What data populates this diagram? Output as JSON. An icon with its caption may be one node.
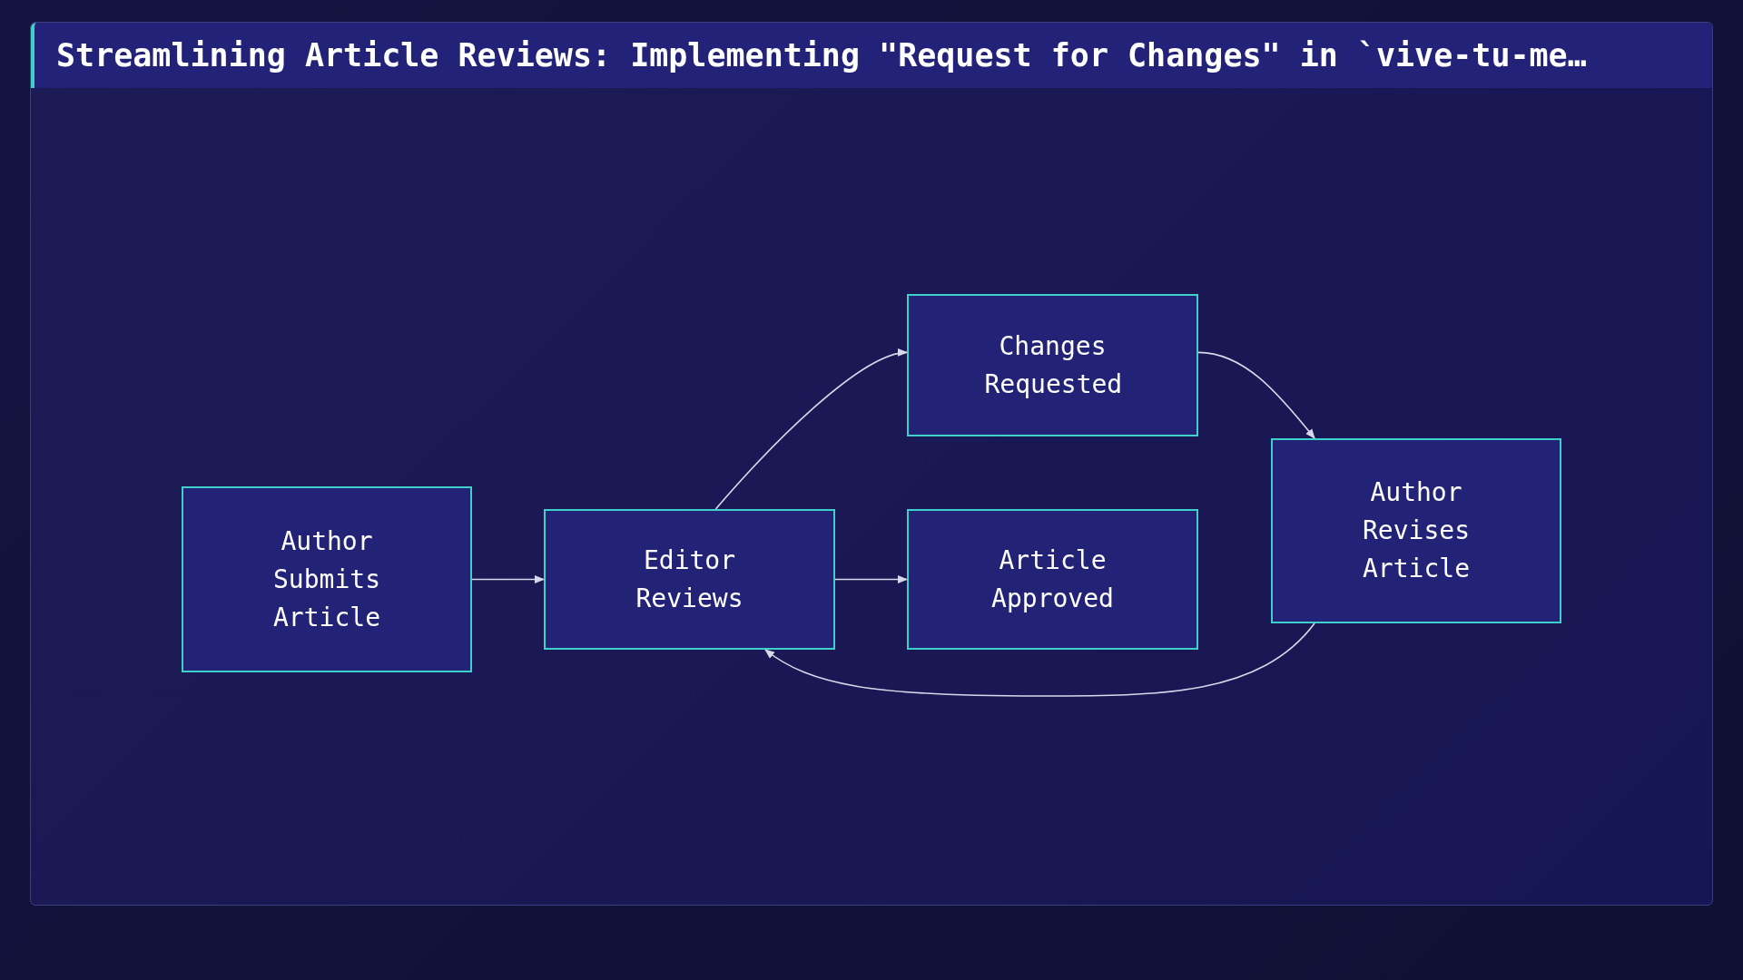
{
  "diagram": {
    "title": "Streamlining Article Reviews: Implementing \"Request for Changes\" in `vive-tu-me…",
    "nodes": [
      {
        "text": [
          "Author Submits Article"
        ]
      },
      {
        "text": [
          "Editor Reviews"
        ]
      },
      {
        "text": [
          "Changes Requested"
        ]
      },
      {
        "text": [
          "Article Approved"
        ]
      },
      {
        "text": [
          "Author Revises Article"
        ]
      }
    ],
    "edges": [
      {
        "from": 0,
        "to": 1,
        "arrow": "to"
      },
      {
        "from": 1,
        "to": 2,
        "arrow": "to"
      },
      {
        "from": 1,
        "to": 3,
        "arrow": "to"
      },
      {
        "from": 2,
        "to": 4,
        "arrow": "to"
      },
      {
        "from": 4,
        "to": 1,
        "arrow": "to"
      }
    ]
  }
}
